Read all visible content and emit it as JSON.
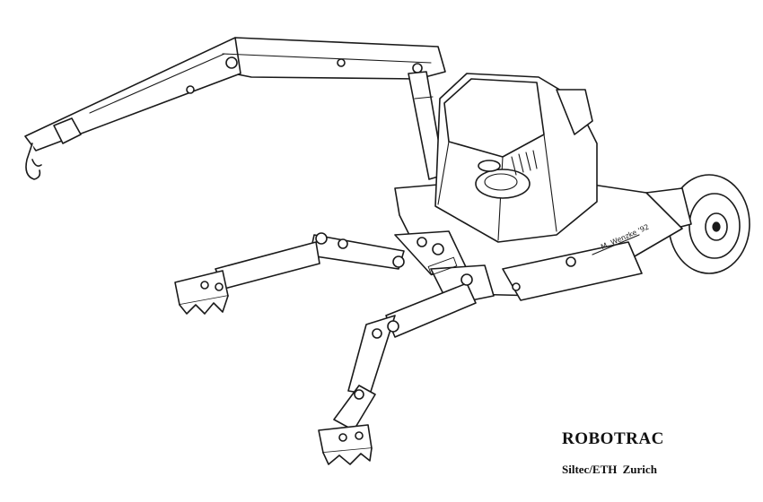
{
  "title": "ROBOTRAC",
  "subtitle": "Siltec/ETH  Zurich",
  "signature": "M. Wenzke '92",
  "colors": {
    "ink": "#1a1a1a",
    "paper": "#ffffff"
  },
  "parts": [
    "crane-boom",
    "hook",
    "cab",
    "seat",
    "steering-wheel",
    "rear-wheel",
    "front-left-leg",
    "front-right-leg",
    "claw-foot",
    "chassis"
  ]
}
